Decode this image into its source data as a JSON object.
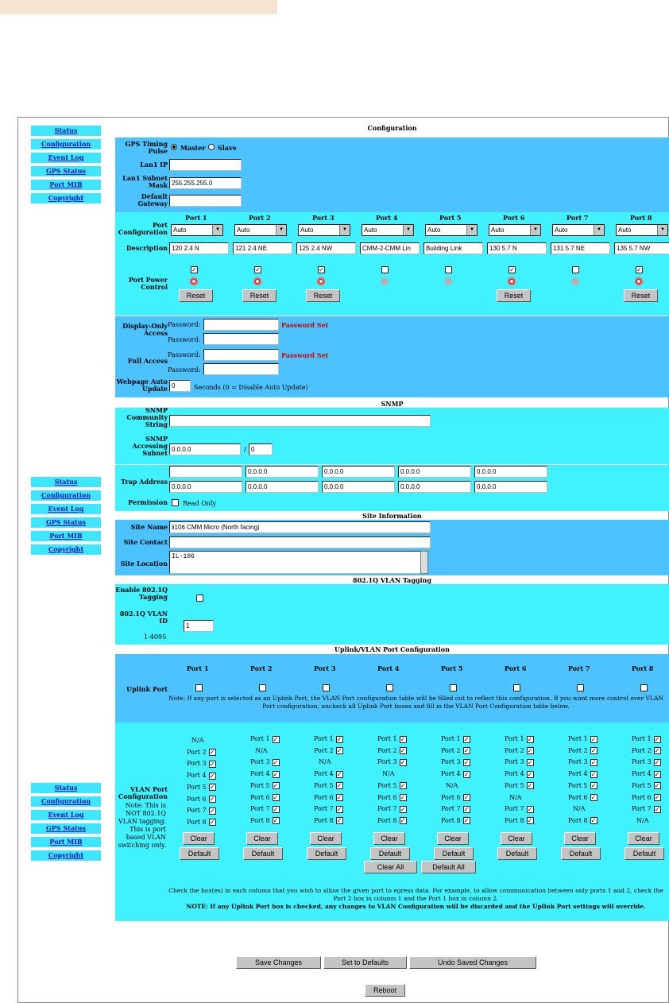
{
  "nav": [
    "Status",
    "Configuration",
    "Event Log",
    "GPS Status",
    "Port MIB",
    "Copyright"
  ],
  "config": {
    "title": "Configuration",
    "gps_label": "GPS Timing Pulse",
    "gps_options": [
      "Master",
      "Slave"
    ],
    "gps_selected": "Master",
    "lan1_ip_label": "Lan1 IP",
    "lan1_ip": "",
    "lan1_mask_label": "Lan1 Subnet Mask",
    "lan1_mask": "255.255.255.0",
    "gateway_label": "Default Gateway",
    "gateway": "",
    "port_config_label": "Port Configuration",
    "description_label": "Description",
    "power_label": "Port Power Control",
    "reset_label": "Reset",
    "ports": [
      {
        "name": "Port 1",
        "mode": "Auto",
        "desc": "120 2.4 N",
        "power": true,
        "led": "on"
      },
      {
        "name": "Port 2",
        "mode": "Auto",
        "desc": "121 2.4 NE",
        "power": true,
        "led": "on"
      },
      {
        "name": "Port 3",
        "mode": "Auto",
        "desc": "125 2.4 NW",
        "power": true,
        "led": "on"
      },
      {
        "name": "Port 4",
        "mode": "Auto",
        "desc": "CMM-2-CMM Lin",
        "power": false,
        "led": "off"
      },
      {
        "name": "Port 5",
        "mode": "Auto",
        "desc": "Building Link",
        "power": false,
        "led": "off"
      },
      {
        "name": "Port 6",
        "mode": "Auto",
        "desc": "130 5.7 N",
        "power": true,
        "led": "on"
      },
      {
        "name": "Port 7",
        "mode": "Auto",
        "desc": "131 5.7 NE",
        "power": false,
        "led": "off"
      },
      {
        "name": "Port 8",
        "mode": "Auto",
        "desc": "135 5.7 NW",
        "power": true,
        "led": "on"
      }
    ],
    "display_access_label": "Display-Only Access",
    "full_access_label": "Full Access",
    "password_label": "Password:",
    "password_set": "Password Set",
    "webpage_update_label": "Webpage Auto Update",
    "webpage_update_value": "0",
    "webpage_update_hint": "Seconds (0 = Disable Auto Update)"
  },
  "snmp": {
    "title": "SNMP",
    "community_label": "SNMP Community String",
    "community_value": "",
    "subnet_label": "SNMP Accessing Subnet",
    "subnet_value": "0.0.0.0",
    "subnet_slash": "/",
    "subnet_bits": "0",
    "trap_label": "Trap Address",
    "trap_row1": [
      "",
      "0.0.0.0",
      "0.0.0.0",
      "0.0.0.0",
      "0.0.0.0"
    ],
    "trap_row2": [
      "0.0.0.0",
      "0.0.0.0",
      "0.0.0.0",
      "0.0.0.0",
      "0.0.0.0"
    ],
    "permission_label": "Permission",
    "permission_option": "Read Only"
  },
  "site": {
    "title": "Site Information",
    "name_label": "Site Name",
    "name_value": "ii106 CMM Micro (North facing)",
    "contact_label": "Site Contact",
    "contact_value": "",
    "location_label": "Site Location",
    "location_value": "IL-106"
  },
  "vlan": {
    "title": "802.1Q VLAN Tagging",
    "enable_label": "Enable 802.1Q Tagging",
    "id_label": "802.1Q VLAN ID",
    "id_range": "1-4095",
    "id_value": "1"
  },
  "uplink": {
    "title": "Uplink/VLAN Port Configuration",
    "uplink_port_label": "Uplink Port",
    "note": "Note: If any port is selected as an Uplink Port, the VLAN Port configuration table will be filled out to reflect this configuration. If you want more control over VLAN Port configuration, uncheck all Uplink Port boxes and fill in the VLAN Port Configuration table below.",
    "vlan_label": "VLAN Port Configuration",
    "vlan_note": "Note: This is NOT 802.1Q VLAN tagging. This is port based VLAN switching only.",
    "na": "N/A",
    "clear_label": "Clear",
    "default_label": "Default",
    "clear_all": "Clear All",
    "default_all": "Default All",
    "help": "Check the box(es) in each column that you wish to allow the given port to egress data. For example, to allow communication between only ports 1 and 2, check the Port 2 box in column 1 and the Port 1 box in column 2.",
    "warning": "NOTE: If any Uplink Port box is checked, any changes to VLAN Configuration will be discarded and the Uplink Port settings will override."
  },
  "footer": {
    "save": "Save Changes",
    "defaults": "Set to Defaults",
    "undo": "Undo Saved Changes",
    "reboot": "Reboot"
  }
}
